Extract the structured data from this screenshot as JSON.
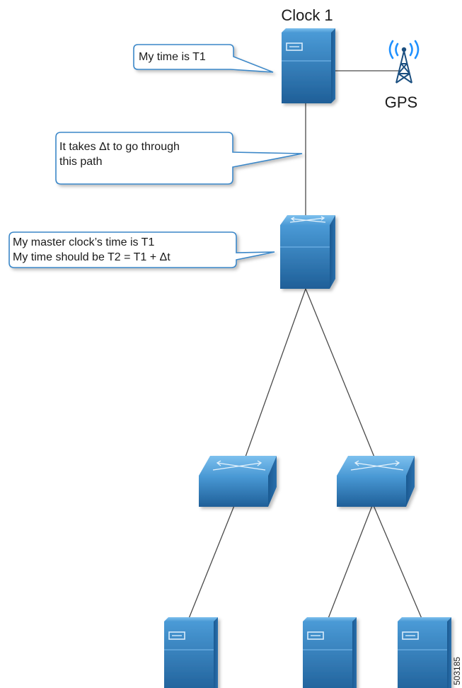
{
  "diagram": {
    "clock_title": "Clock 1",
    "gps_label": "GPS",
    "callout_clock": "My time is T1",
    "callout_path": [
      "It takes Δt to go through",
      "this path"
    ],
    "callout_switch": [
      "My master clock’s time is T1",
      "My time should be T2 = T1 + Δt"
    ],
    "figure_id": "503185"
  },
  "colors": {
    "device_blue": "#2f7fc0",
    "device_dark": "#1f5f98",
    "device_light": "#5aa6df",
    "line": "#4a4a4a",
    "callout_border": "#3a87c8",
    "signal": "#1e90ff"
  },
  "icons": [
    "server-icon",
    "switch-icon",
    "gps-tower-icon"
  ]
}
